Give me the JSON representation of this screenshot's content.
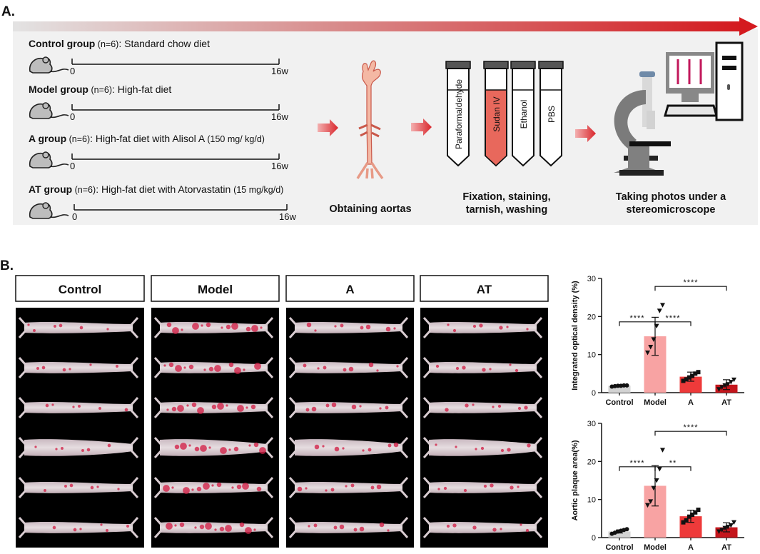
{
  "panel_a": {
    "label": "A.",
    "groups": [
      {
        "name": "Control group",
        "n": "(n=6)",
        "desc": ": Standard chow diet",
        "dose": "",
        "start": "0",
        "end": "16w"
      },
      {
        "name": "Model group",
        "n": "(n=6)",
        "desc": ": High-fat diet",
        "dose": "",
        "start": "0",
        "end": "16w"
      },
      {
        "name": "A group",
        "n": "(n=6)",
        "desc": ": High-fat diet with Alisol A ",
        "dose": "(150 mg/ kg/d)",
        "start": "0",
        "end": "16w"
      },
      {
        "name": "AT group",
        "n": "(n=6)",
        "desc": ": High-fat diet with Atorvastatin ",
        "dose": "(15 mg/kg/d)",
        "start": "0",
        "end": "16w"
      }
    ],
    "steps": {
      "aorta_label": "Obtaining aortas",
      "tubes": [
        "Paraformaldehyde",
        "Sudan IV",
        "Ethanol",
        "PBS"
      ],
      "fix_label_1": "Fixation, staining,",
      "fix_label_2": "tarnish, washing",
      "photo_label_1": "Taking photos under a",
      "photo_label_2": "stereomicroscope"
    },
    "colors": {
      "arrow": "#d9262c",
      "tube_red": "#e8685c",
      "bg": "#f1f1f1"
    }
  },
  "panel_b": {
    "label": "B.",
    "columns": [
      "Control",
      "Model",
      "A",
      "AT"
    ]
  },
  "chart_data": [
    {
      "type": "bar",
      "ylabel": "Integrated optical density (%)",
      "categories": [
        "Control",
        "Model",
        "A",
        "AT"
      ],
      "values": [
        1.8,
        14.8,
        4.2,
        2.1
      ],
      "errors": [
        0.2,
        5.0,
        1.2,
        1.3
      ],
      "points": [
        [
          1.6,
          1.7,
          1.8,
          1.8,
          1.9,
          1.9
        ],
        [
          10.5,
          12.0,
          14.0,
          17.5,
          21.5,
          23.0
        ],
        [
          3.1,
          3.5,
          4.0,
          4.4,
          5.0,
          5.4
        ],
        [
          0.9,
          1.4,
          1.9,
          2.2,
          2.8,
          3.4
        ]
      ],
      "ylim": [
        0,
        30
      ],
      "yticks": [
        "0",
        "10",
        "20",
        "30"
      ],
      "colors": [
        "#d3d3d3",
        "#f8a3a3",
        "#ee3a3a",
        "#c4161c"
      ],
      "significance": [
        "****",
        "****",
        "****"
      ]
    },
    {
      "type": "bar",
      "ylabel": "Aortic plaque area(%)",
      "categories": [
        "Control",
        "Model",
        "A",
        "AT"
      ],
      "values": [
        1.6,
        13.6,
        5.6,
        2.7
      ],
      "errors": [
        0.4,
        5.3,
        1.6,
        1.2
      ],
      "points": [
        [
          1.0,
          1.3,
          1.6,
          1.8,
          2.0,
          2.2
        ],
        [
          8.5,
          9.5,
          13.0,
          15.0,
          18.0,
          23.0
        ],
        [
          4.0,
          4.5,
          5.5,
          6.0,
          6.6,
          7.3
        ],
        [
          1.6,
          2.0,
          2.5,
          2.8,
          3.2,
          4.0
        ]
      ],
      "ylim": [
        0,
        30
      ],
      "yticks": [
        "0",
        "10",
        "20",
        "30"
      ],
      "colors": [
        "#d3d3d3",
        "#f8a3a3",
        "#ee3a3a",
        "#c4161c"
      ],
      "significance": [
        "****",
        "**",
        "****"
      ]
    }
  ]
}
